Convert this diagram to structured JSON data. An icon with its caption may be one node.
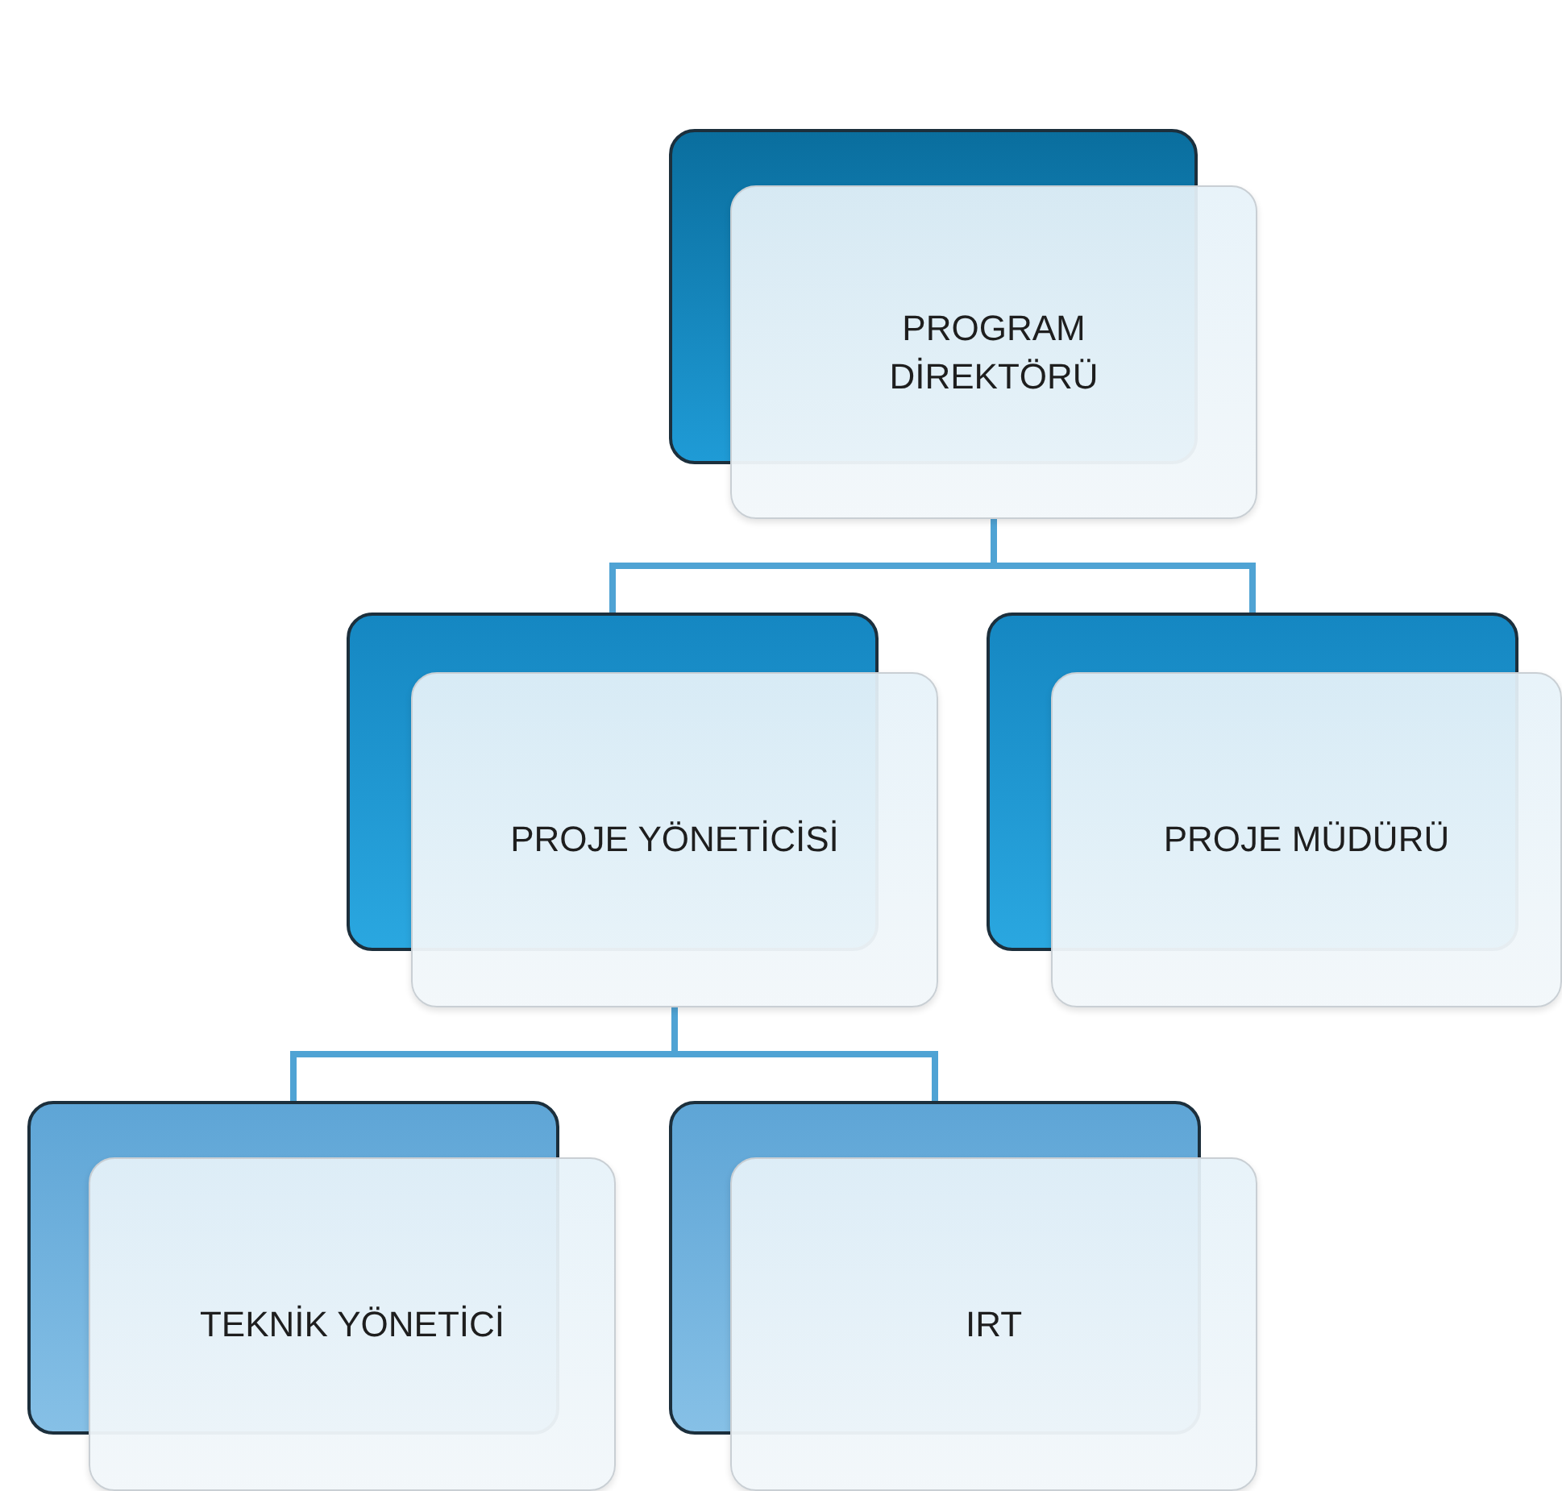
{
  "diagram": {
    "nodes": [
      {
        "text": [
          "PROGRAM DİREKTÖRÜ"
        ]
      },
      {
        "text": [
          "PROJE YÖNETİCİSİ"
        ]
      },
      {
        "text": [
          "PROJE MÜDÜRÜ"
        ]
      },
      {
        "text": [
          "TEKNİK YÖNETİCİ"
        ]
      },
      {
        "text": [
          "IRT"
        ]
      }
    ],
    "edges": [
      {
        "from": 0,
        "to": 1,
        "arrow": "none"
      },
      {
        "from": 0,
        "to": 2,
        "arrow": "none"
      },
      {
        "from": 1,
        "to": 3,
        "arrow": "none"
      },
      {
        "from": 1,
        "to": 4,
        "arrow": "none"
      }
    ]
  }
}
